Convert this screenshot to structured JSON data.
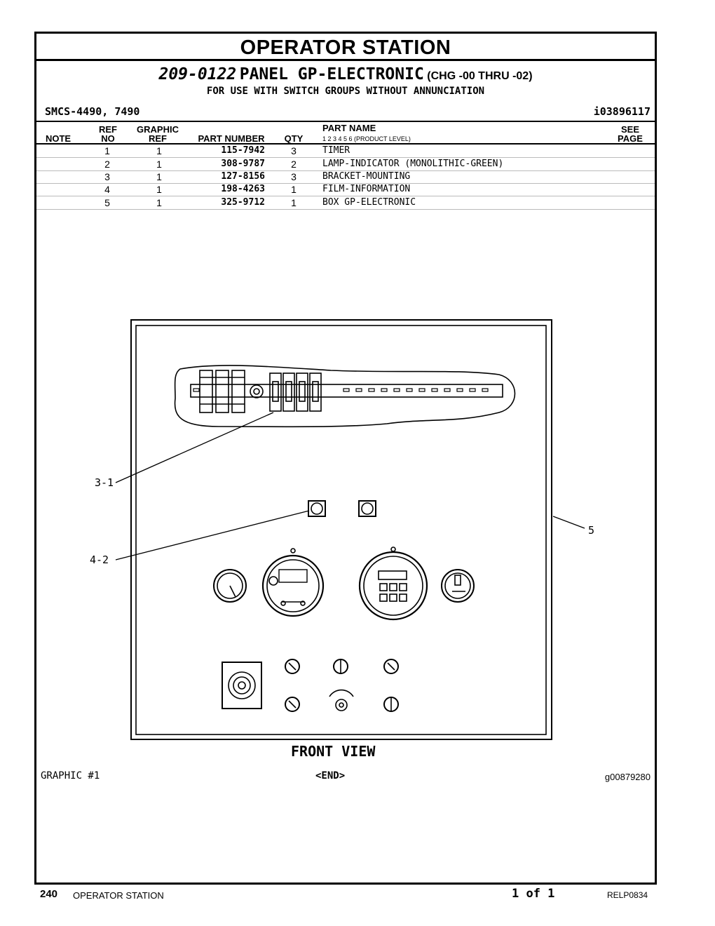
{
  "header": {
    "title": "OPERATOR STATION",
    "part_number": "209-0122",
    "part_name": "PANEL GP-ELECTRONIC",
    "change_range": "(CHG -00 THRU -02)",
    "usage_note": "FOR USE WITH SWITCH GROUPS WITHOUT ANNUNCIATION",
    "smcs": "SMCS-4490, 7490",
    "illustration_id": "i03896117"
  },
  "columns": {
    "note": "NOTE",
    "ref_no_1": "REF",
    "ref_no_2": "NO",
    "graphic_ref_1": "GRAPHIC",
    "graphic_ref_2": "REF",
    "part_number": "PART NUMBER",
    "qty": "QTY",
    "part_name": "PART NAME",
    "product_level": "1   2   3   4   5   6   (PRODUCT LEVEL)",
    "see_page_1": "SEE",
    "see_page_2": "PAGE"
  },
  "parts": [
    {
      "ref": "1",
      "graphic_ref": "1",
      "part_number": "115-7942",
      "qty": "3",
      "name": "TIMER"
    },
    {
      "ref": "2",
      "graphic_ref": "1",
      "part_number": "308-9787",
      "qty": "2",
      "name": "LAMP-INDICATOR (MONOLITHIC-GREEN)"
    },
    {
      "ref": "3",
      "graphic_ref": "1",
      "part_number": "127-8156",
      "qty": "3",
      "name": "BRACKET-MOUNTING"
    },
    {
      "ref": "4",
      "graphic_ref": "1",
      "part_number": "198-4263",
      "qty": "1",
      "name": "FILM-INFORMATION"
    },
    {
      "ref": "5",
      "graphic_ref": "1",
      "part_number": "325-9712",
      "qty": "1",
      "name": "BOX GP-ELECTRONIC"
    }
  ],
  "drawing": {
    "callout_a": "3-1",
    "callout_b": "4-2",
    "callout_c": "5",
    "caption": "FRONT VIEW"
  },
  "graphic_label": "GRAPHIC #1",
  "end_marker": "<END>",
  "graphic_id": "g00879280",
  "footer": {
    "page_number": "240",
    "section": "OPERATOR STATION",
    "page_of": "1 of 1",
    "doc_code": "RELP0834"
  }
}
